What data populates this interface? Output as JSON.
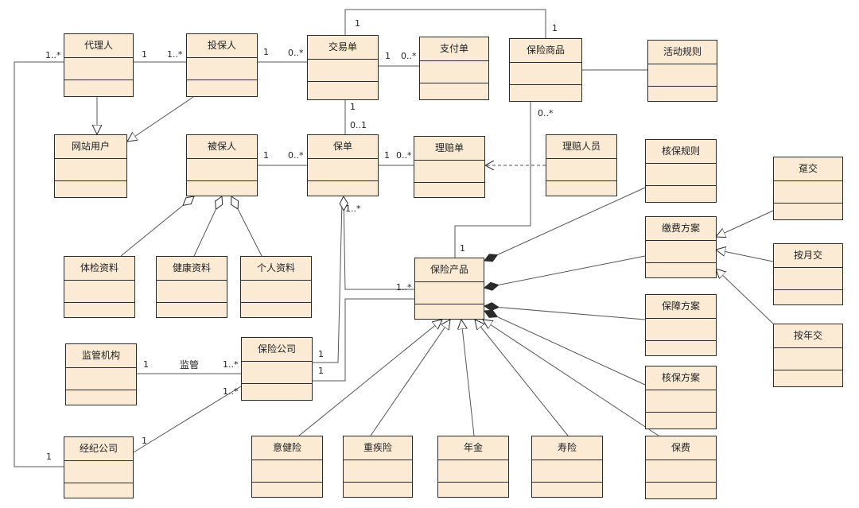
{
  "colors": {
    "class_fill": "#fbebd5",
    "stroke": "#2b2b2b"
  },
  "classes": {
    "dailiren": "代理人",
    "toubaoren": "投保人",
    "jiaoyidan": "交易单",
    "zhifudan": "支付单",
    "baoxianshangpin": "保险商品",
    "huodongguize": "活动规则",
    "wangzhanyonghu": "网站用户",
    "beibaoren": "被保人",
    "baodan": "保单",
    "lipeidan": "理赔单",
    "lipeirenyuan": "理赔人员",
    "hebaoguize": "核保规则",
    "dunjiao": "趸交",
    "jiaofeifangan": "缴费方案",
    "anyuejiao": "按月交",
    "anianjiao": "按年交",
    "tijianziliao": "体检资料",
    "jiankangziliao": "健康资料",
    "gerenziliao": "个人资料",
    "baoxianchanpin": "保险产品",
    "baozhangfangan": "保障方案",
    "hebaofangan": "核保方案",
    "jianguanjigou": "监管机构",
    "baoxiangongsi": "保险公司",
    "jingjigongsi": "经纪公司",
    "yijianxian": "意健险",
    "zhongjixian": "重疾险",
    "nianjin": "年金",
    "shouxian": "寿险",
    "baofei": "保费"
  },
  "labels": {
    "m_daili_left": "1..*",
    "m_daili_tou_1": "1",
    "m_daili_tou_n": "1..*",
    "m_tou_jy_1": "1",
    "m_tou_jy_n": "0..*",
    "m_jy_zf_1": "1",
    "m_jy_zf_n": "0..*",
    "m_jy_top_1": "1",
    "m_sp_top_1": "1",
    "m_jy_bd_1": "1",
    "m_jy_bd_01": "0..1",
    "m_bb_bd_1": "1",
    "m_bb_bd_n": "0..*",
    "m_bd_lp_1": "1",
    "m_bd_lp_n": "0..*",
    "m_sp_n": "0..*",
    "m_bd_agg_n": "1..*",
    "m_cp_1": "1",
    "m_cp_n": "1..*",
    "m_jg_1": "1",
    "jianguan": "监管",
    "m_gs_n1": "1..*",
    "m_gs_1a": "1",
    "m_gs_1b": "1",
    "m_gs_jj_n": "1..*",
    "m_jj_1": "1",
    "m_jj_left_1": "1"
  }
}
